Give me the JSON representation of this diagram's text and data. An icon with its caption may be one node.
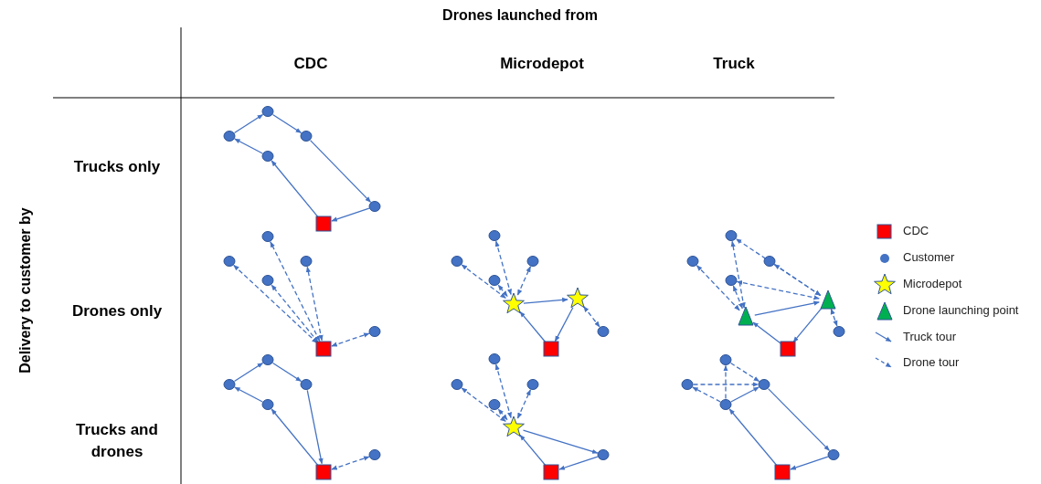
{
  "diagram": {
    "nodes": [
      {
        "text": [],
        "shape": "circle"
      },
      {
        "text": [],
        "shape": "circle"
      },
      {
        "text": [],
        "shape": "circle"
      },
      {
        "text": [],
        "shape": "circle"
      },
      {
        "text": [],
        "shape": "circle"
      },
      {
        "text": [],
        "shape": "box"
      },
      {
        "text": [],
        "shape": "circle"
      },
      {
        "text": [],
        "shape": "circle"
      },
      {
        "text": [],
        "shape": "circle"
      },
      {
        "text": [],
        "shape": "circle"
      },
      {
        "text": [],
        "shape": "circle"
      },
      {
        "text": [],
        "shape": "box"
      },
      {
        "text": [],
        "shape": "circle"
      },
      {
        "text": [],
        "shape": "circle"
      },
      {
        "text": [],
        "shape": "circle"
      },
      {
        "text": [],
        "shape": "circle"
      },
      {
        "text": [],
        "shape": "circle"
      },
      {
        "text": [],
        "shape": "box"
      },
      {
        "text": [],
        "shape": "circle"
      },
      {
        "text": [],
        "shape": "circle"
      },
      {
        "text": [],
        "shape": "circle"
      },
      {
        "text": [],
        "shape": "circle"
      },
      {
        "text": [],
        "shape": "star"
      },
      {
        "text": [],
        "shape": "star"
      },
      {
        "text": [],
        "shape": "circle"
      },
      {
        "text": [],
        "shape": "box"
      },
      {
        "text": [],
        "shape": "circle"
      },
      {
        "text": [],
        "shape": "circle"
      },
      {
        "text": [],
        "shape": "circle"
      },
      {
        "text": [],
        "shape": "circle"
      },
      {
        "text": [],
        "shape": "star"
      },
      {
        "text": [],
        "shape": "circle"
      },
      {
        "text": [],
        "shape": "box"
      },
      {
        "text": [],
        "shape": "circle"
      },
      {
        "text": [],
        "shape": "circle"
      },
      {
        "text": [],
        "shape": "circle"
      },
      {
        "text": [],
        "shape": "circle"
      },
      {
        "text": [],
        "shape": "triangle"
      },
      {
        "text": [],
        "shape": "triangle"
      },
      {
        "text": [],
        "shape": "circle"
      },
      {
        "text": [],
        "shape": "box"
      },
      {
        "text": [],
        "shape": "circle"
      },
      {
        "text": [],
        "shape": "circle"
      },
      {
        "text": [],
        "shape": "circle"
      },
      {
        "text": [],
        "shape": "circle"
      },
      {
        "text": [],
        "shape": "circle"
      },
      {
        "text": [],
        "shape": "box"
      }
    ],
    "edges": [
      {
        "from": 5,
        "to": 3,
        "arrow": "to"
      },
      {
        "from": 3,
        "to": 0,
        "arrow": "to"
      },
      {
        "from": 0,
        "to": 1,
        "arrow": "to"
      },
      {
        "from": 1,
        "to": 2,
        "arrow": "to"
      },
      {
        "from": 2,
        "to": 4,
        "arrow": "to"
      },
      {
        "from": 4,
        "to": 5,
        "arrow": "to"
      },
      {
        "from": 11,
        "to": 7,
        "arrow": "both",
        "style": "dashed"
      },
      {
        "from": 11,
        "to": 6,
        "arrow": "both",
        "style": "dashed"
      },
      {
        "from": 11,
        "to": 9,
        "arrow": "both",
        "style": "dashed"
      },
      {
        "from": 11,
        "to": 8,
        "arrow": "both",
        "style": "dashed"
      },
      {
        "from": 11,
        "to": 10,
        "arrow": "both",
        "style": "dashed"
      },
      {
        "from": 17,
        "to": 15,
        "arrow": "to"
      },
      {
        "from": 15,
        "to": 13,
        "arrow": "to"
      },
      {
        "from": 13,
        "to": 12,
        "arrow": "to"
      },
      {
        "from": 12,
        "to": 14,
        "arrow": "to"
      },
      {
        "from": 14,
        "to": 17,
        "arrow": "to"
      },
      {
        "from": 17,
        "to": 16,
        "arrow": "both",
        "style": "dashed"
      },
      {
        "from": 25,
        "to": 23,
        "arrow": "to"
      },
      {
        "from": 23,
        "to": 22,
        "arrow": "to"
      },
      {
        "from": 22,
        "to": 25,
        "arrow": "to"
      },
      {
        "from": 23,
        "to": 19,
        "arrow": "both",
        "style": "dashed"
      },
      {
        "from": 23,
        "to": 18,
        "arrow": "both",
        "style": "dashed"
      },
      {
        "from": 23,
        "to": 21,
        "arrow": "both",
        "style": "dashed"
      },
      {
        "from": 23,
        "to": 20,
        "arrow": "both",
        "style": "dashed"
      },
      {
        "from": 22,
        "to": 24,
        "arrow": "both",
        "style": "dashed"
      },
      {
        "from": 32,
        "to": 30,
        "arrow": "to"
      },
      {
        "from": 30,
        "to": 31,
        "arrow": "to"
      },
      {
        "from": 31,
        "to": 32,
        "arrow": "to"
      },
      {
        "from": 30,
        "to": 27,
        "arrow": "both",
        "style": "dashed"
      },
      {
        "from": 30,
        "to": 26,
        "arrow": "both",
        "style": "dashed"
      },
      {
        "from": 30,
        "to": 29,
        "arrow": "both",
        "style": "dashed"
      },
      {
        "from": 30,
        "to": 28,
        "arrow": "both",
        "style": "dashed"
      },
      {
        "from": 40,
        "to": 38,
        "arrow": "to"
      },
      {
        "from": 38,
        "to": 37,
        "arrow": "to"
      },
      {
        "from": 37,
        "to": 40,
        "arrow": "to"
      },
      {
        "from": 38,
        "to": 34,
        "arrow": "both",
        "style": "dashed"
      },
      {
        "from": 38,
        "to": 33,
        "arrow": "both",
        "style": "dashed"
      },
      {
        "from": 38,
        "to": 36,
        "arrow": "both",
        "style": "dashed"
      },
      {
        "from": 37,
        "to": 33,
        "arrow": "both",
        "style": "dashed"
      },
      {
        "from": 37,
        "to": 35,
        "arrow": "both",
        "style": "dashed"
      },
      {
        "from": 37,
        "to": 36,
        "arrow": "both",
        "style": "dashed"
      },
      {
        "from": 37,
        "to": 39,
        "arrow": "both",
        "style": "dashed"
      },
      {
        "from": 46,
        "to": 44,
        "arrow": "to"
      },
      {
        "from": 44,
        "to": 43,
        "arrow": "to"
      },
      {
        "from": 43,
        "to": 45,
        "arrow": "to"
      },
      {
        "from": 45,
        "to": 46,
        "arrow": "to"
      },
      {
        "from": 44,
        "to": 41,
        "arrow": "to",
        "style": "dashed"
      },
      {
        "from": 41,
        "to": 43,
        "arrow": "to",
        "style": "dashed"
      },
      {
        "from": 42,
        "to": 43,
        "arrow": "to",
        "style": "dashed"
      },
      {
        "from": 44,
        "to": 42,
        "arrow": "to",
        "style": "dashed"
      }
    ],
    "labels": [
      "Drones launched from",
      "CDC",
      "Microdepot",
      "Truck",
      "Trucks only",
      "Drones only",
      "Trucks and drones",
      "Delivery to customer by"
    ],
    "legend": [
      {
        "text": "CDC"
      },
      {
        "text": "Customer"
      },
      {
        "text": "Microdepot"
      },
      {
        "text": "Drone launching point"
      },
      {
        "text": "Truck tour"
      },
      {
        "text": "Drone tour"
      }
    ]
  }
}
